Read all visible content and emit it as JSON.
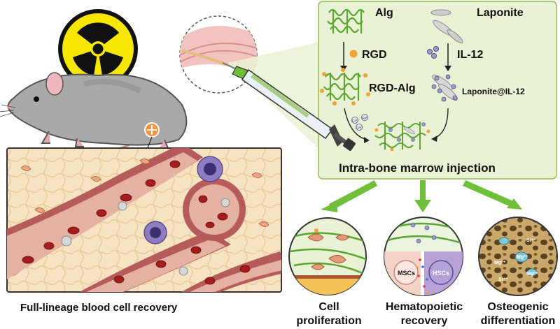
{
  "panel": {
    "alg": "Alg",
    "laponite": "Laponite",
    "rgd": "RGD",
    "il12": "IL-12",
    "rgd_alg": "RGD-Alg",
    "laponite_il12": "Laponite@IL-12",
    "injection": "Intra-bone marrow injection",
    "ca_ion": "Ca²⁺"
  },
  "bottom_left": {
    "caption": "Full-lineage blood cell recovery"
  },
  "outcomes": [
    {
      "line1": "Cell",
      "line2": "proliferation"
    },
    {
      "line1": "Hematopoietic",
      "line2": "recovery"
    },
    {
      "line1": "Osteogenic",
      "line2": "differentiation"
    }
  ],
  "middle_circle": {
    "left_cell": "MSCs",
    "right_cell": "HSCs"
  },
  "right_circle": {
    "ions": [
      "Mg²⁺",
      "Mg²⁺",
      "Mg²⁺",
      "Si⁴⁺",
      "Si⁴⁺"
    ]
  },
  "colors": {
    "panel_fill": "#e9f2d4",
    "panel_stroke": "#8fbf4d",
    "arrow_green": "#6fbf3a",
    "hazard_yellow": "#f7e600",
    "vessel": "#b65b5b",
    "rbc": "#a61c1c",
    "tissue": "#f3d8b0"
  }
}
